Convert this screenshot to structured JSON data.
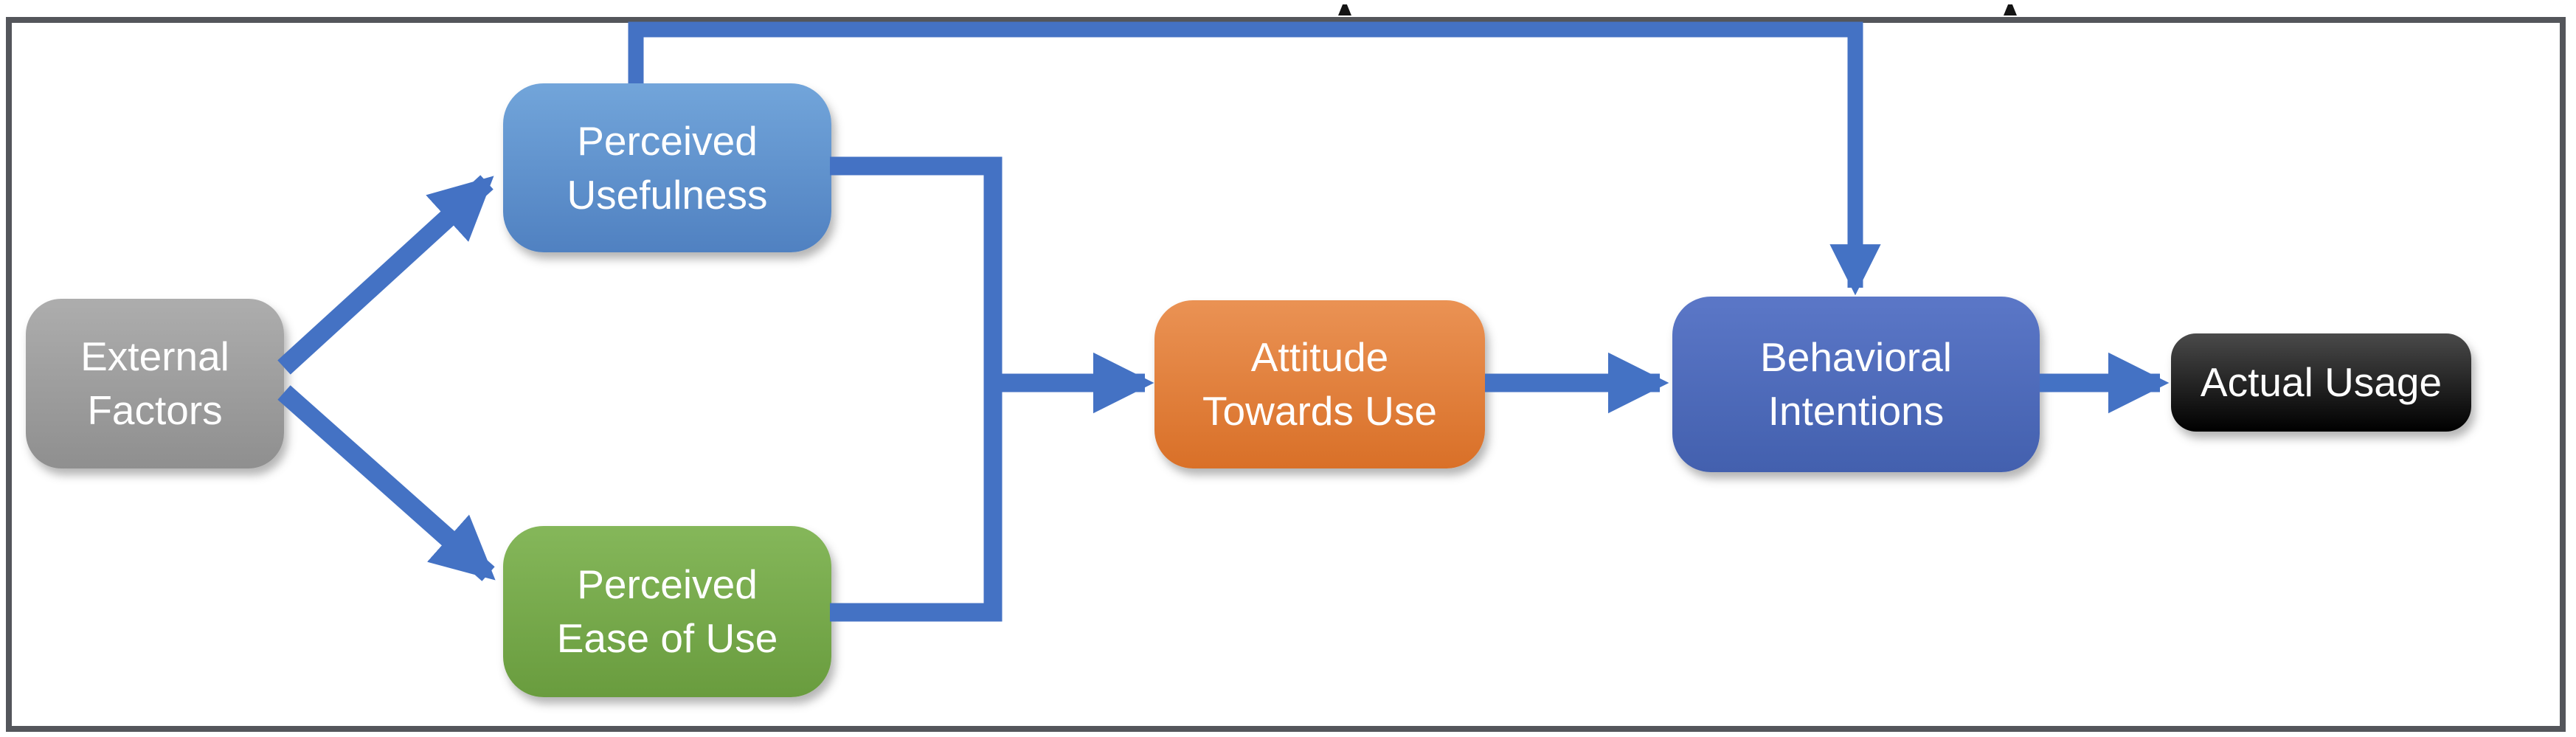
{
  "diagram": {
    "frame_border_color": "#54565b",
    "background_color": "#ffffff",
    "text_color": "#ffffff"
  },
  "nodes": {
    "external_factors": {
      "label": "External Factors",
      "line1": "External",
      "line2": "Factors",
      "fill_top": "#adadad",
      "fill_bottom": "#8f8f8f"
    },
    "perceived_usefulness": {
      "label": "Perceived Usefulness",
      "line1": "Perceived",
      "line2": "Usefulness",
      "fill_top": "#72a5da",
      "fill_bottom": "#5081c1"
    },
    "perceived_ease_of_use": {
      "label": "Perceived Ease of Use",
      "line1": "Perceived",
      "line2": "Ease of Use",
      "fill_top": "#85b75a",
      "fill_bottom": "#699c3e"
    },
    "attitude_towards_use": {
      "label": "Attitude Towards Use",
      "line1": "Attitude",
      "line2": "Towards Use",
      "fill_top": "#ea9254",
      "fill_bottom": "#d97028"
    },
    "behavioral_intentions": {
      "label": "Behavioral Intentions",
      "line1": "Behavioral",
      "line2": "Intentions",
      "fill_top": "#5b77c7",
      "fill_bottom": "#4360ae"
    },
    "actual_usage": {
      "label": "Actual Usage",
      "line1": "Actual Usage",
      "line2": "",
      "fill_top": "#4a4a4a",
      "fill_bottom": "#000000"
    }
  },
  "connectors": {
    "color": "#4472c4",
    "edges": [
      {
        "from": "external_factors",
        "to": "perceived_usefulness"
      },
      {
        "from": "external_factors",
        "to": "perceived_ease_of_use"
      },
      {
        "from": "perceived_usefulness",
        "to": "attitude_towards_use"
      },
      {
        "from": "perceived_ease_of_use",
        "to": "attitude_towards_use"
      },
      {
        "from": "perceived_usefulness",
        "to": "behavioral_intentions"
      },
      {
        "from": "attitude_towards_use",
        "to": "behavioral_intentions"
      },
      {
        "from": "behavioral_intentions",
        "to": "actual_usage"
      }
    ]
  },
  "artifacts": {
    "cropped_text_fragment_color": "#141414"
  }
}
